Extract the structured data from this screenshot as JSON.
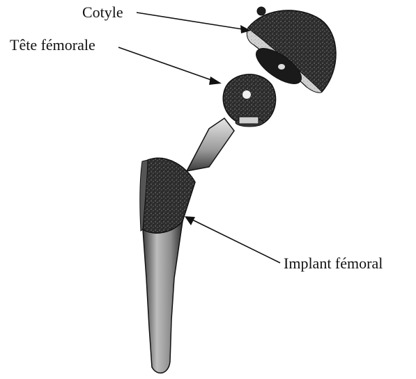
{
  "labels": {
    "cotyle": "Cotyle",
    "tete_femorale": "Tête fémorale",
    "implant_femoral": "Implant fémoral"
  },
  "colors": {
    "ink": "#111111",
    "dark_part": "#2a2a2a",
    "light_part": "#cfcfcf",
    "background": "#ffffff"
  }
}
